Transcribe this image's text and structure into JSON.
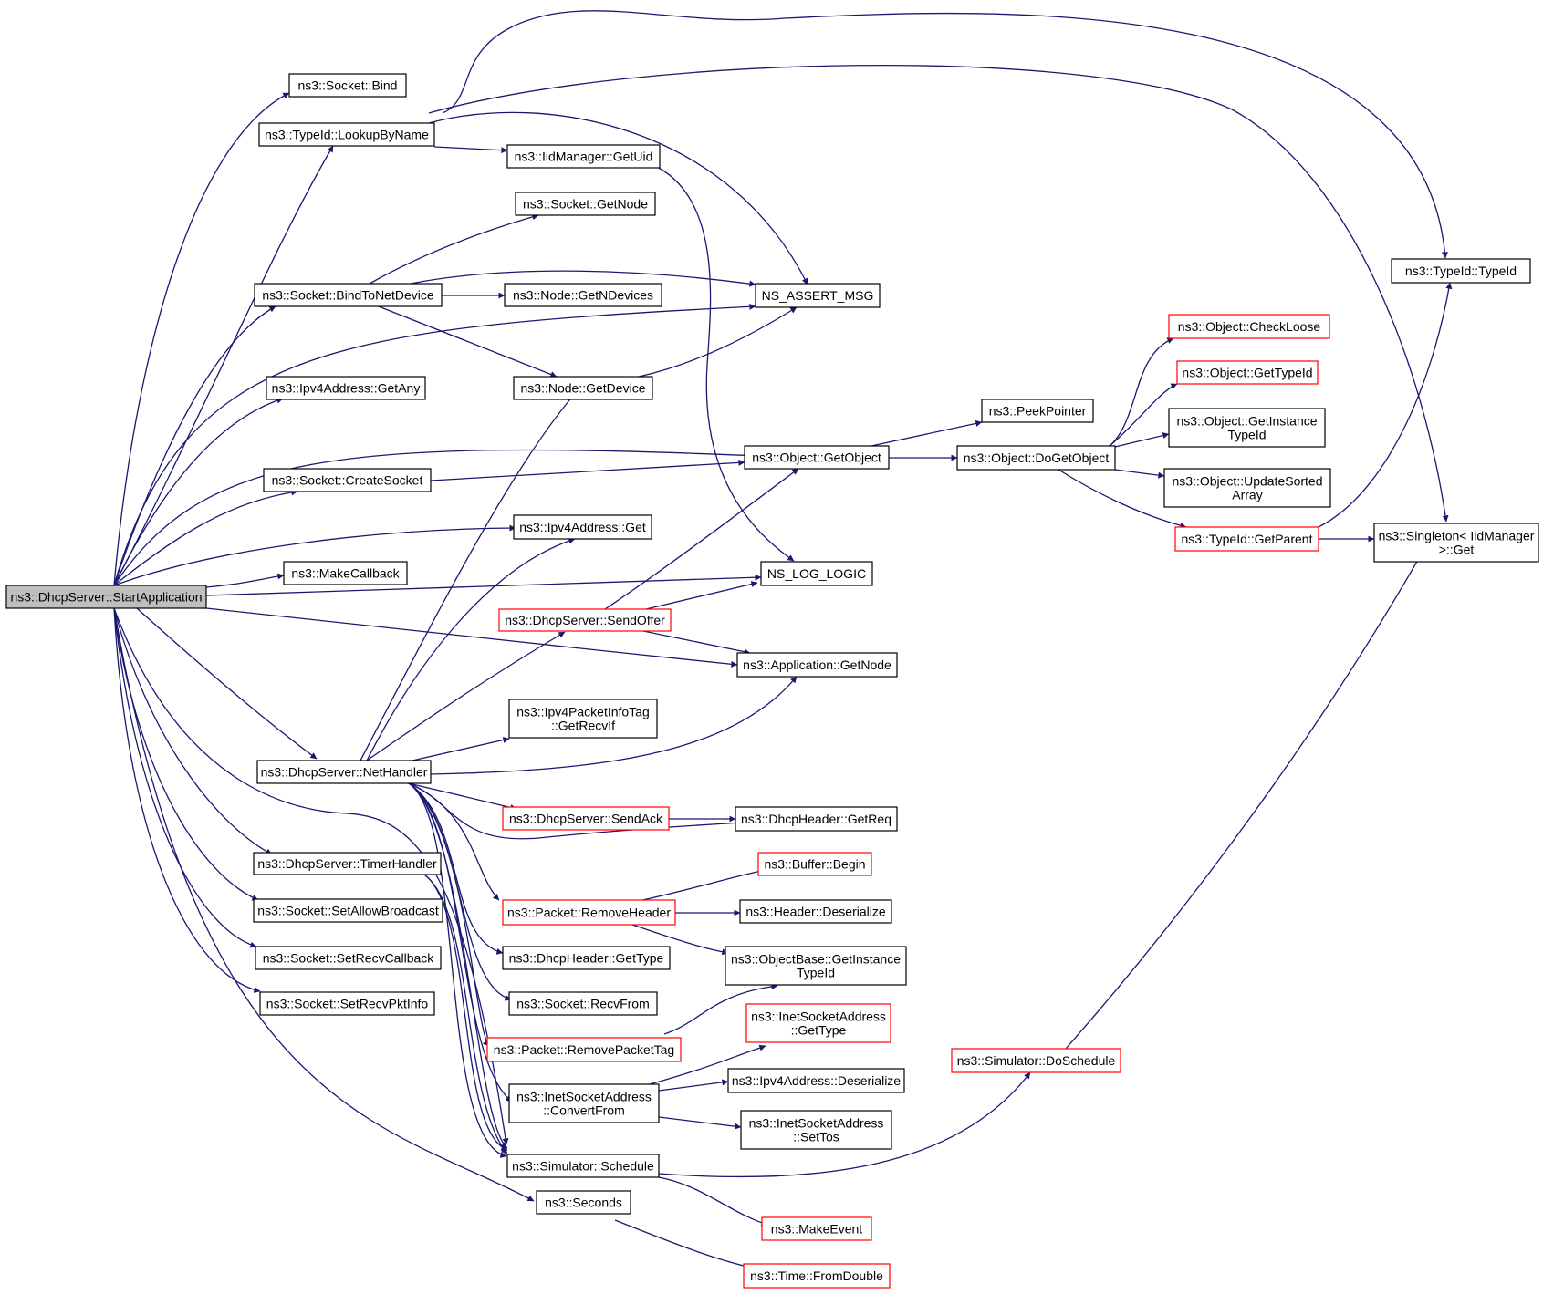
{
  "graph": {
    "nodes": [
      {
        "id": "root",
        "lines": [
          "ns3::DhcpServer::StartApplication"
        ],
        "style": "root"
      },
      {
        "id": "bind",
        "lines": [
          "ns3::Socket::Bind"
        ],
        "style": "normal"
      },
      {
        "id": "lookup",
        "lines": [
          "ns3::TypeId::LookupByName"
        ],
        "style": "normal"
      },
      {
        "id": "getuid",
        "lines": [
          "ns3::IidManager::GetUid"
        ],
        "style": "normal"
      },
      {
        "id": "sockgetnode",
        "lines": [
          "ns3::Socket::GetNode"
        ],
        "style": "normal"
      },
      {
        "id": "bindtonet",
        "lines": [
          "ns3::Socket::BindToNetDevice"
        ],
        "style": "normal"
      },
      {
        "id": "getndevices",
        "lines": [
          "ns3::Node::GetNDevices"
        ],
        "style": "normal"
      },
      {
        "id": "assert",
        "lines": [
          "NS_ASSERT_MSG"
        ],
        "style": "normal"
      },
      {
        "id": "getany",
        "lines": [
          "ns3::Ipv4Address::GetAny"
        ],
        "style": "normal"
      },
      {
        "id": "getdevice",
        "lines": [
          "ns3::Node::GetDevice"
        ],
        "style": "normal"
      },
      {
        "id": "peekpointer",
        "lines": [
          "ns3::PeekPointer"
        ],
        "style": "normal"
      },
      {
        "id": "createsocket",
        "lines": [
          "ns3::Socket::CreateSocket"
        ],
        "style": "normal"
      },
      {
        "id": "getobject",
        "lines": [
          "ns3::Object::GetObject"
        ],
        "style": "normal"
      },
      {
        "id": "dogetobject",
        "lines": [
          "ns3::Object::DoGetObject"
        ],
        "style": "normal"
      },
      {
        "id": "checkloose",
        "lines": [
          "ns3::Object::CheckLoose"
        ],
        "style": "red"
      },
      {
        "id": "gettypeid",
        "lines": [
          "ns3::Object::GetTypeId"
        ],
        "style": "red"
      },
      {
        "id": "getinstancetypeid",
        "lines": [
          "ns3::Object::GetInstance",
          "TypeId"
        ],
        "style": "normal"
      },
      {
        "id": "updatesorted",
        "lines": [
          "ns3::Object::UpdateSorted",
          "Array"
        ],
        "style": "normal"
      },
      {
        "id": "getparent",
        "lines": [
          "ns3::TypeId::GetParent"
        ],
        "style": "red"
      },
      {
        "id": "typeid",
        "lines": [
          "ns3::TypeId::TypeId"
        ],
        "style": "normal"
      },
      {
        "id": "singleton",
        "lines": [
          "ns3::Singleton< IidManager",
          " >::Get"
        ],
        "style": "normal"
      },
      {
        "id": "ipv4get",
        "lines": [
          "ns3::Ipv4Address::Get"
        ],
        "style": "normal"
      },
      {
        "id": "makecallback",
        "lines": [
          "ns3::MakeCallback"
        ],
        "style": "normal"
      },
      {
        "id": "nslog",
        "lines": [
          "NS_LOG_LOGIC"
        ],
        "style": "normal"
      },
      {
        "id": "sendoffer",
        "lines": [
          "ns3::DhcpServer::SendOffer"
        ],
        "style": "red"
      },
      {
        "id": "appgetnode",
        "lines": [
          "ns3::Application::GetNode"
        ],
        "style": "normal"
      },
      {
        "id": "getrecvif",
        "lines": [
          "ns3::Ipv4PacketInfoTag",
          "::GetRecvIf"
        ],
        "style": "normal"
      },
      {
        "id": "nethandler",
        "lines": [
          "ns3::DhcpServer::NetHandler"
        ],
        "style": "normal"
      },
      {
        "id": "sendack",
        "lines": [
          "ns3::DhcpServer::SendAck"
        ],
        "style": "red"
      },
      {
        "id": "getreq",
        "lines": [
          "ns3::DhcpHeader::GetReq"
        ],
        "style": "normal"
      },
      {
        "id": "timerhandler",
        "lines": [
          "ns3::DhcpServer::TimerHandler"
        ],
        "style": "normal"
      },
      {
        "id": "bufferbegin",
        "lines": [
          "ns3::Buffer::Begin"
        ],
        "style": "red"
      },
      {
        "id": "setallowbroadcast",
        "lines": [
          "ns3::Socket::SetAllowBroadcast"
        ],
        "style": "normal"
      },
      {
        "id": "removeheader",
        "lines": [
          "ns3::Packet::RemoveHeader"
        ],
        "style": "red"
      },
      {
        "id": "headerdeser",
        "lines": [
          "ns3::Header::Deserialize"
        ],
        "style": "normal"
      },
      {
        "id": "setrecvcallback",
        "lines": [
          "ns3::Socket::SetRecvCallback"
        ],
        "style": "normal"
      },
      {
        "id": "gettype",
        "lines": [
          "ns3::DhcpHeader::GetType"
        ],
        "style": "normal"
      },
      {
        "id": "objbasegetinst",
        "lines": [
          "ns3::ObjectBase::GetInstance",
          "TypeId"
        ],
        "style": "normal"
      },
      {
        "id": "setrecvpktinfo",
        "lines": [
          "ns3::Socket::SetRecvPktInfo"
        ],
        "style": "normal"
      },
      {
        "id": "recvfrom",
        "lines": [
          "ns3::Socket::RecvFrom"
        ],
        "style": "normal"
      },
      {
        "id": "inetgettype",
        "lines": [
          "ns3::InetSocketAddress",
          "::GetType"
        ],
        "style": "red"
      },
      {
        "id": "removepackettag",
        "lines": [
          "ns3::Packet::RemovePacketTag"
        ],
        "style": "red"
      },
      {
        "id": "doschedule",
        "lines": [
          "ns3::Simulator::DoSchedule"
        ],
        "style": "red"
      },
      {
        "id": "ipv4deser",
        "lines": [
          "ns3::Ipv4Address::Deserialize"
        ],
        "style": "normal"
      },
      {
        "id": "convertfrom",
        "lines": [
          "ns3::InetSocketAddress",
          "::ConvertFrom"
        ],
        "style": "normal"
      },
      {
        "id": "settos",
        "lines": [
          "ns3::InetSocketAddress",
          "::SetTos"
        ],
        "style": "normal"
      },
      {
        "id": "schedule",
        "lines": [
          "ns3::Simulator::Schedule"
        ],
        "style": "normal"
      },
      {
        "id": "seconds",
        "lines": [
          "ns3::Seconds"
        ],
        "style": "normal"
      },
      {
        "id": "makeevent",
        "lines": [
          "ns3::MakeEvent"
        ],
        "style": "red"
      },
      {
        "id": "fromdouble",
        "lines": [
          "ns3::Time::FromDouble"
        ],
        "style": "red"
      }
    ]
  }
}
